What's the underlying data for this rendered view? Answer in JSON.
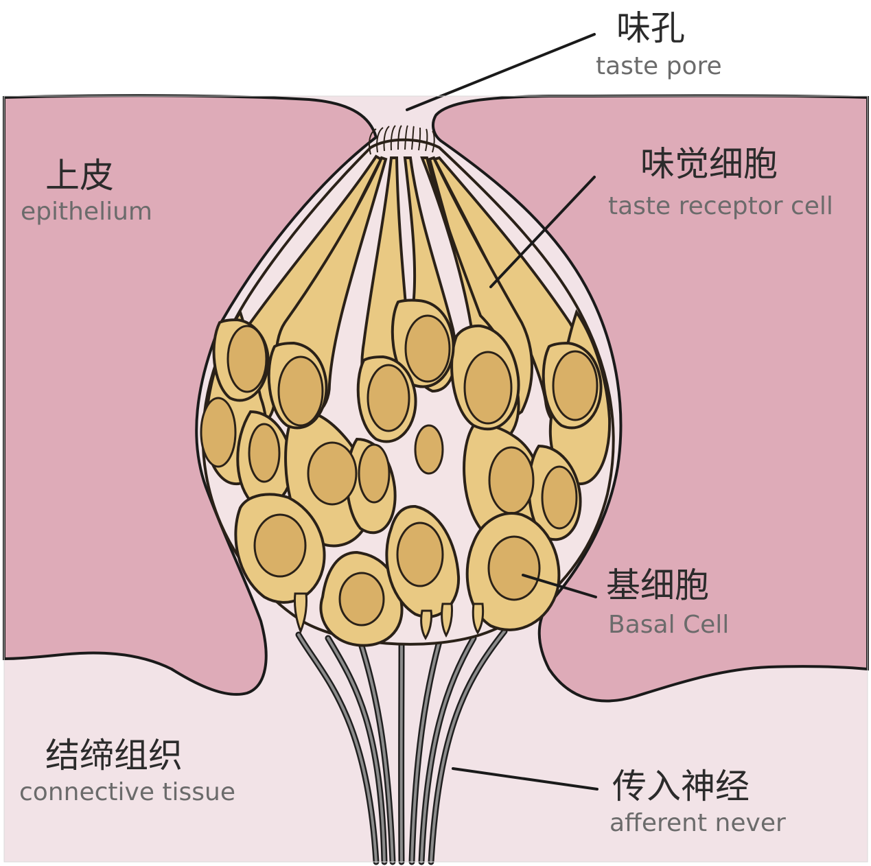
{
  "colors": {
    "epithelium": "#deabb8",
    "connective_tissue": "#f2e3e7",
    "cell_fill": "#e9c983",
    "nucleus_fill": "#d9b067",
    "outline": "#2a2118",
    "gap": "#f3e4e6"
  },
  "labels": {
    "taste_pore": {
      "zh": "味孔",
      "en": "taste pore"
    },
    "epithelium": {
      "zh": "上皮",
      "en": "epithelium"
    },
    "taste_receptor_cell": {
      "zh": "味觉细胞",
      "en": "taste receptor cell"
    },
    "basal_cell": {
      "zh": "基细胞",
      "en": "Basal Cell"
    },
    "connective_tissue": {
      "zh": "结缔组织",
      "en": "connective tissue"
    },
    "afferent_nerve": {
      "zh": "传入神经",
      "en": "afferent never"
    }
  }
}
